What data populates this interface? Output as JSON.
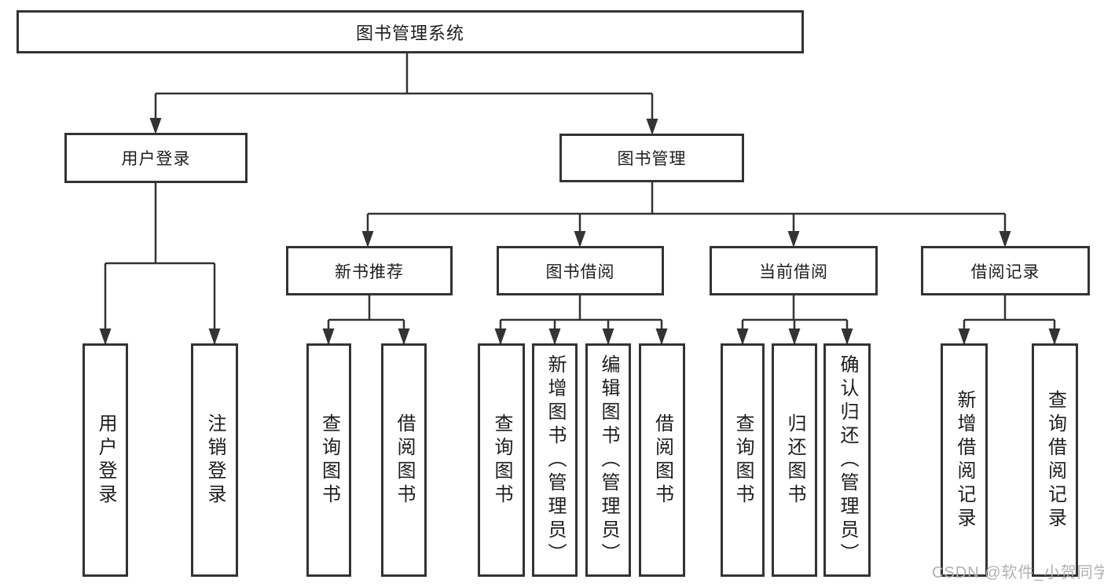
{
  "diagram": {
    "type": "functional-structure-tree",
    "tree": {
      "label": "图书管理系统",
      "children": [
        {
          "label": "用户登录",
          "children": [
            {
              "label": "用户登录"
            },
            {
              "label": "注销登录"
            }
          ]
        },
        {
          "label": "图书管理",
          "children": [
            {
              "label": "新书推荐",
              "children": [
                {
                  "label": "查询图书"
                },
                {
                  "label": "借阅图书"
                }
              ]
            },
            {
              "label": "图书借阅",
              "children": [
                {
                  "label": "查询图书"
                },
                {
                  "label": "新增图书（管理员）"
                },
                {
                  "label": "编辑图书（管理员）"
                },
                {
                  "label": "借阅图书"
                }
              ]
            },
            {
              "label": "当前借阅",
              "children": [
                {
                  "label": "查询图书"
                },
                {
                  "label": "归还图书"
                },
                {
                  "label": "确认归还（管理员）"
                }
              ]
            },
            {
              "label": "借阅记录",
              "children": [
                {
                  "label": "新增借阅记录"
                },
                {
                  "label": "查询借阅记录"
                }
              ]
            }
          ]
        }
      ]
    }
  },
  "watermark": {
    "text": "CSDN @软件_小贺同学"
  },
  "colors": {
    "line": "#333333",
    "box_border": "#333333",
    "text": "#1d1d1d",
    "watermark": "#b0b0b0",
    "background": "#ffffff"
  }
}
